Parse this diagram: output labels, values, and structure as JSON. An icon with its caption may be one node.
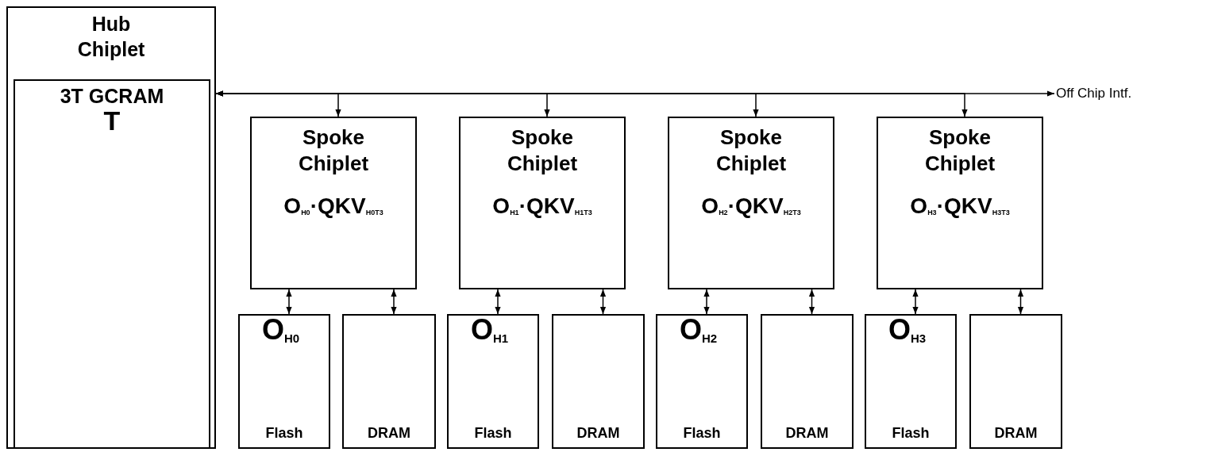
{
  "diagram": {
    "nodes": [
      {
        "text": [
          "Hub Chiplet"
        ]
      },
      {
        "text": [
          "3T GCRAM",
          "T"
        ],
        "in": 0
      },
      {
        "text": [
          "Off Chip Intf."
        ]
      },
      {
        "text": [
          "Spoke Chiplet",
          "O$_{H0}$·QKV$_{H0T3}$"
        ]
      },
      {
        "text": [
          "Spoke Chiplet",
          "O$_{H1}$·QKV$_{H1T3}$"
        ]
      },
      {
        "text": [
          "Spoke Chiplet",
          "O$_{H2}$·QKV$_{H2T3}$"
        ]
      },
      {
        "text": [
          "Spoke Chiplet",
          "O$_{H3}$·QKV$_{H3T3}$"
        ]
      },
      {
        "text": [
          "O$_{H0}$",
          "Flash"
        ]
      },
      {
        "text": [
          "DRAM"
        ]
      },
      {
        "text": [
          "O$_{H1}$",
          "Flash"
        ]
      },
      {
        "text": [
          "DRAM"
        ]
      },
      {
        "text": [
          "O$_{H2}$",
          "Flash"
        ]
      },
      {
        "text": [
          "DRAM"
        ]
      },
      {
        "text": [
          "O$_{H3}$",
          "Flash"
        ]
      },
      {
        "text": [
          "DRAM"
        ]
      }
    ],
    "edges": [
      {
        "from": 0,
        "to": 2,
        "arrow": "both"
      },
      {
        "from": 0,
        "to": 3,
        "arrow": "both"
      },
      {
        "from": 0,
        "to": 4,
        "arrow": "both"
      },
      {
        "from": 0,
        "to": 5,
        "arrow": "both"
      },
      {
        "from": 0,
        "to": 6,
        "arrow": "both"
      },
      {
        "from": 3,
        "to": 7,
        "arrow": "both"
      },
      {
        "from": 3,
        "to": 8,
        "arrow": "both"
      },
      {
        "from": 4,
        "to": 9,
        "arrow": "both"
      },
      {
        "from": 4,
        "to": 10,
        "arrow": "both"
      },
      {
        "from": 5,
        "to": 11,
        "arrow": "both"
      },
      {
        "from": 5,
        "to": 12,
        "arrow": "both"
      },
      {
        "from": 6,
        "to": 13,
        "arrow": "both"
      },
      {
        "from": 6,
        "to": 14,
        "arrow": "both"
      }
    ]
  }
}
